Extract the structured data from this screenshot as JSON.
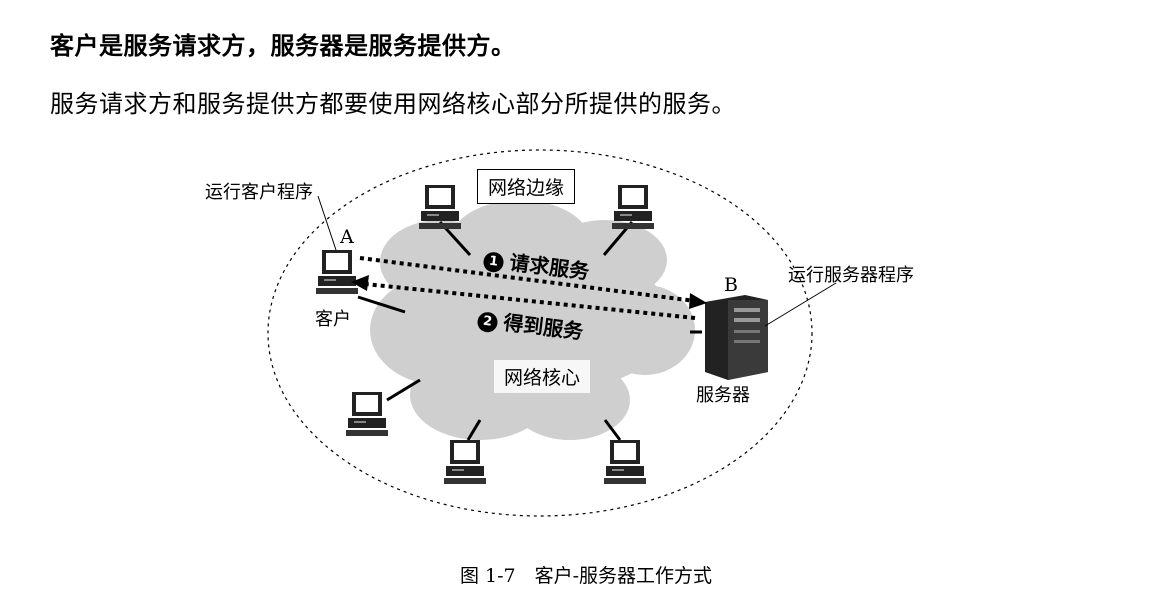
{
  "heading": "客户是服务请求方，服务器是服务提供方。",
  "subline": "服务请求方和服务提供方都要使用网络核心部分所提供的服务。",
  "diagram": {
    "edge_label": "网络边缘",
    "core_label": "网络核心",
    "client_note": "运行客户程序",
    "client_letter": "A",
    "client_label": "客户",
    "server_note": "运行服务器程序",
    "server_letter": "B",
    "server_label": "服务器",
    "step1_num": "1",
    "step1_label": "请求服务",
    "step2_num": "2",
    "step2_label": "得到服务"
  },
  "caption": "图 1-7　客户-服务器工作方式"
}
